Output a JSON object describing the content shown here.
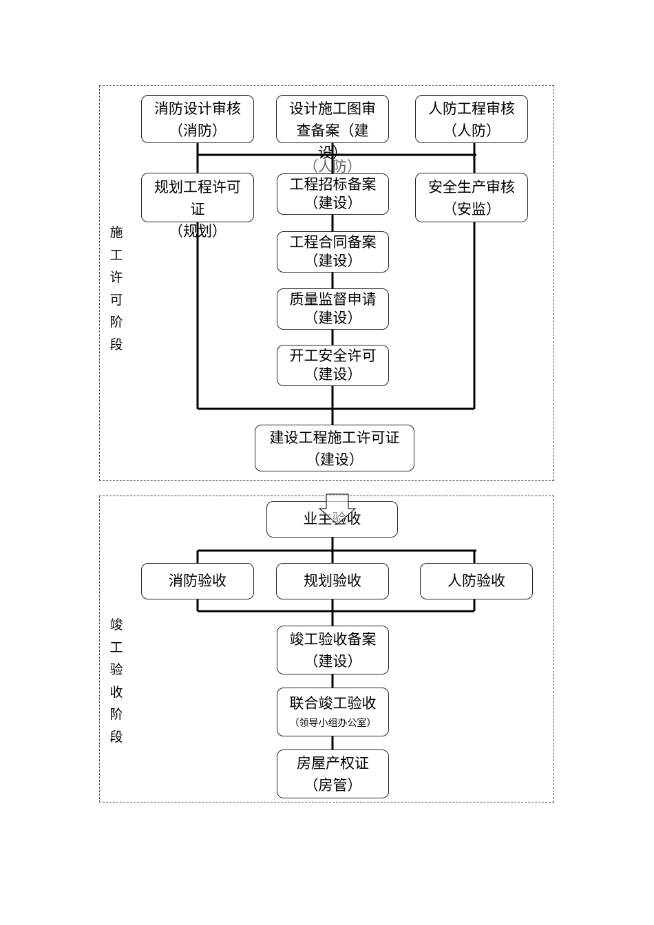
{
  "stage1": {
    "label": [
      "施",
      "工",
      "许",
      "可",
      "阶",
      "段"
    ],
    "boxes": {
      "fire_design_review": {
        "line1": "消防设计审核",
        "line2": "（消防）"
      },
      "construction_drawing_review": {
        "line1": "设计施工图审",
        "line2": "查备案（建",
        "line3": "设）",
        "line4": "（人防）"
      },
      "civil_defense_review": {
        "line1": "人防工程审核",
        "line2": "（人防）"
      },
      "planning_permit": {
        "line1": "规划工程许可",
        "line2": "证",
        "line3": "（规划）"
      },
      "tender_filing": {
        "line1": "工程招标备案",
        "line2": "（建设）"
      },
      "safety_review": {
        "line1": "安全生产审核",
        "line2": "（安监）"
      },
      "contract_filing": {
        "line1": "工程合同备案",
        "line2": "（建设）"
      },
      "quality_supervision": {
        "line1": "质量监督申请",
        "line2": "（建设）"
      },
      "safety_permit": {
        "line1": "开工安全许可",
        "line2": "（建设）"
      },
      "construction_permit": {
        "line1": "建设工程施工许可证",
        "line2": "（建设）"
      }
    }
  },
  "stage2": {
    "label": [
      "竣",
      "工",
      "验",
      "收",
      "阶",
      "段"
    ],
    "boxes": {
      "owner_acceptance": {
        "line1": "业主验收"
      },
      "fire_acceptance": {
        "line1": "消防验收"
      },
      "planning_acceptance": {
        "line1": "规划验收"
      },
      "civil_defense_acceptance": {
        "line1": "人防验收"
      },
      "completion_filing": {
        "line1": "竣工验收备案",
        "line2": "（建设）"
      },
      "joint_acceptance": {
        "line1": "联合竣工验收",
        "line2": "（领导小组办公室）"
      },
      "property_certificate": {
        "line1": "房屋产权证",
        "line2": "（房管）"
      }
    }
  }
}
